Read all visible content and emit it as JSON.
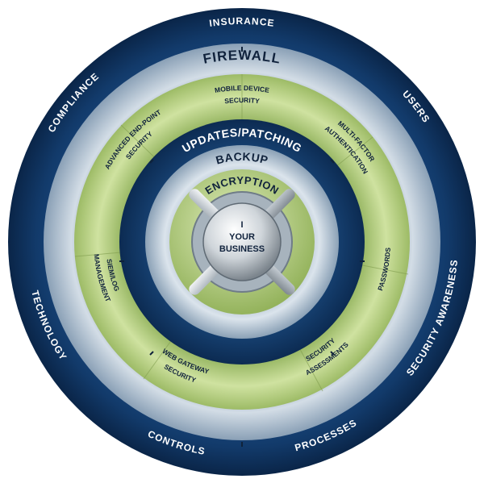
{
  "center": {
    "line1": "I",
    "line2": "YOUR",
    "line3": "BUSINESS"
  },
  "rings": {
    "outer": {
      "labels": {
        "insurance": "INSURANCE",
        "users": "USERS",
        "security_awareness": "SECURITY AWARENESS",
        "processes": "PROCESSES",
        "controls": "CONTROLS",
        "technology": "TECHNOLOGY",
        "compliance": "COMPLIANCE"
      }
    },
    "firewall": {
      "label": "FIREWALL"
    },
    "green": {
      "labels": {
        "mobile_1": "MOBILE DEVICE",
        "mobile_2": "SECURITY",
        "mfa_1": "MULTI-FACTOR",
        "mfa_2": "AUTHENTICATION",
        "passwords": "PASSWORDS",
        "assess_1": "SECURITY",
        "assess_2": "ASSESSMENTS",
        "web_1": "WEB GATEWAY",
        "web_2": "SECURITY",
        "siem_1": "SIEM/LOG",
        "siem_2": "MANAGEMENT",
        "aep_1": "ADVANCED END-POINT",
        "aep_2": "SECURITY"
      }
    },
    "updates": {
      "label": "UPDATES/PATCHING"
    },
    "backup": {
      "label": "BACKUP"
    },
    "encryption": {
      "label": "ENCRYPTION"
    }
  },
  "colors": {
    "navy": "#123a6a",
    "navy_dark": "#0a2548",
    "steel": "#a9bccd",
    "lime": "#b6cf7e",
    "text_light": "#ffffff",
    "text_dark": "#10223c"
  }
}
